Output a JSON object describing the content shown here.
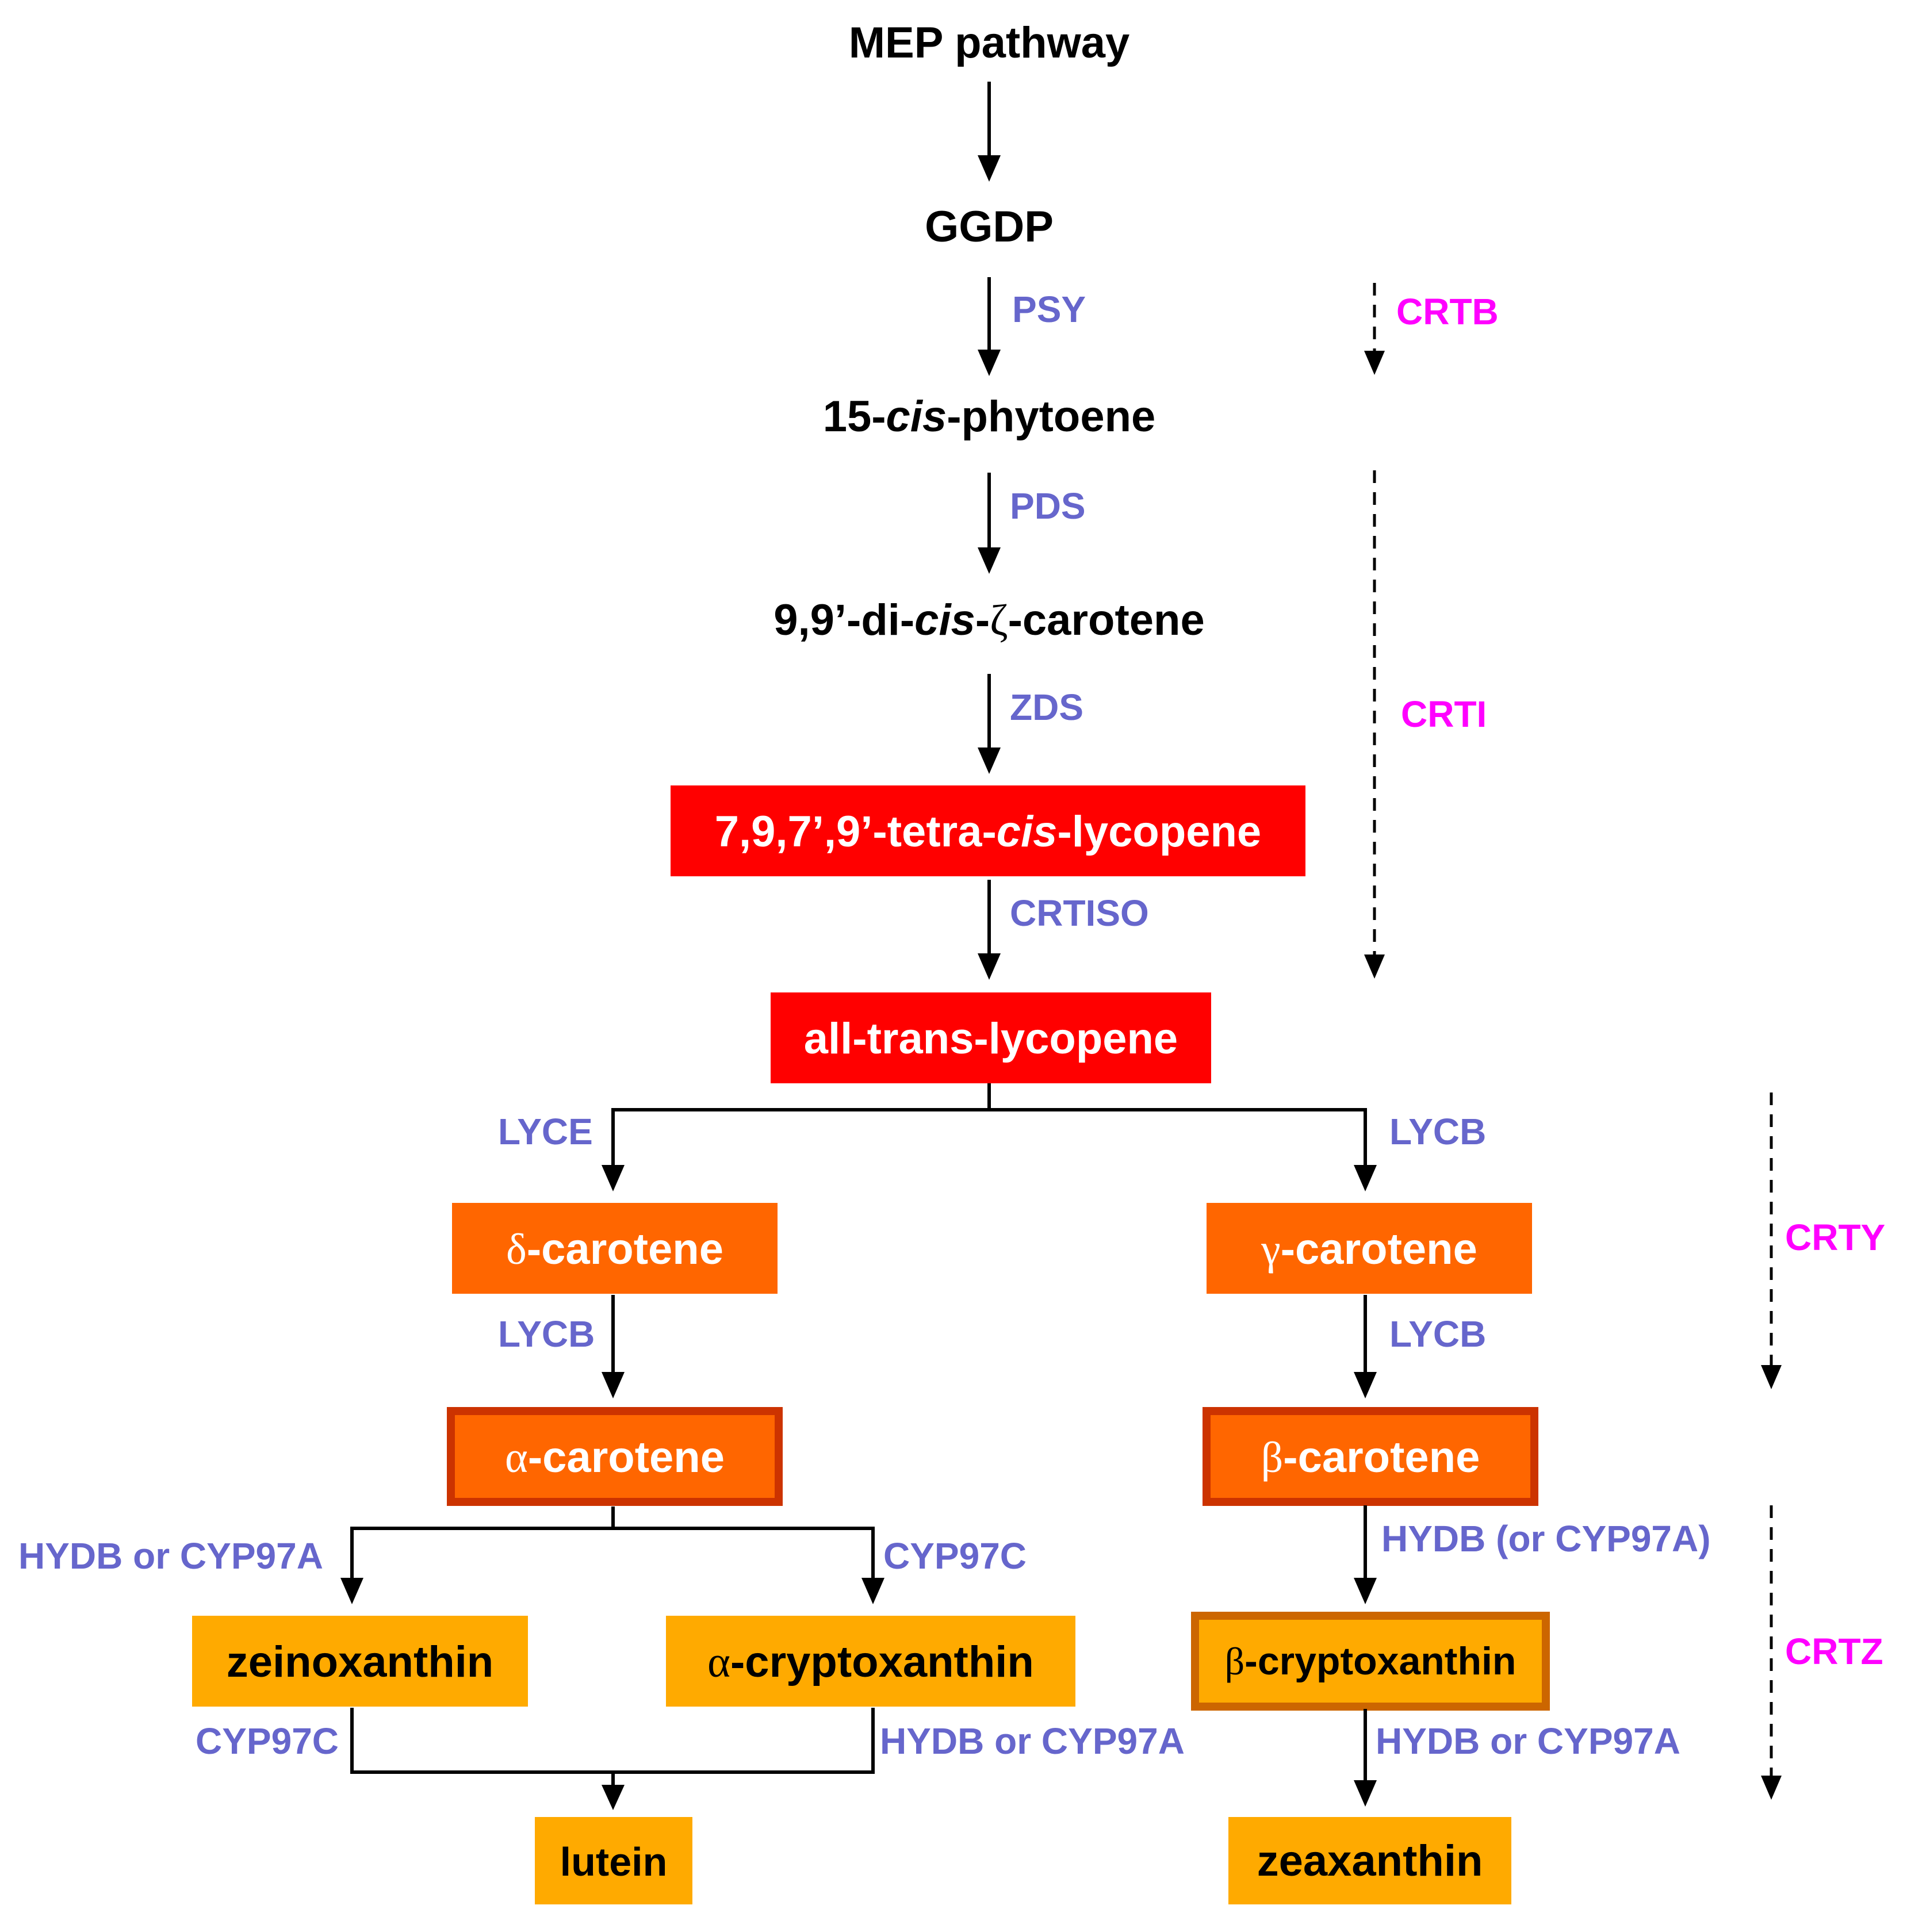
{
  "colors": {
    "line": "#000000",
    "enzyme": "#6666CC",
    "bacterial_enzyme": "#FF00FF",
    "red_box": "#FF0000",
    "orange_box": "#FF6600",
    "orange_box_border": "#CC3300",
    "yellow_box": "#FFAA00",
    "yellow_box_border": "#CC6600",
    "white_text": "#FFFFFF",
    "black_text": "#000000"
  },
  "nodes": {
    "mep": {
      "pre": "MEP pathway",
      "mid": "",
      "post": ""
    },
    "ggdp": {
      "pre": "GGDP",
      "mid": "",
      "post": ""
    },
    "phytoene": {
      "pre": "15-",
      "mid": "cis",
      "post": "-phytoene"
    },
    "zeta": {
      "pre": "9,9’-di-",
      "mid": "cis",
      "post": "-",
      "greek": "ζ",
      "post2": "-carotene"
    },
    "tetra": {
      "pre": "7,9,7’,9’-tetra-",
      "mid": "cis",
      "post": "-lycopene"
    },
    "alltrans": {
      "pre": "all-trans-lycopene",
      "mid": "",
      "post": ""
    },
    "delta": {
      "greek": "δ",
      "post": "-carotene"
    },
    "gamma": {
      "greek": "γ",
      "post": "-carotene"
    },
    "alpha": {
      "greek": "α",
      "post": "-carotene"
    },
    "beta": {
      "greek": "β",
      "post": "-carotene"
    },
    "zeinoxanthin": {
      "pre": "zeinoxanthin"
    },
    "alpha_crypto": {
      "greek": "α",
      "post": "-cryptoxanthin"
    },
    "beta_crypto": {
      "greek": "β",
      "post": "-cryptoxanthin"
    },
    "lutein": {
      "pre": "lutein"
    },
    "zeaxanthin": {
      "pre": "zeaxanthin"
    }
  },
  "enzymes": {
    "psy": "PSY",
    "pds": "PDS",
    "zds": "ZDS",
    "crtiso": "CRTISO",
    "lyce": "LYCE",
    "lycb_right": "LYCB",
    "lycb_left2": "LYCB",
    "lycb_right2": "LYCB",
    "hydb_cyp97a_left": "HYDB or CYP97A",
    "cyp97c_top": "CYP97C",
    "hydb_or_cyp97a_paren": "HYDB (or CYP97A)",
    "cyp97c_bottom": "CYP97C",
    "hydb_cyp97a_mid": "HYDB or CYP97A",
    "hydb_cyp97a_right": "HYDB or CYP97A"
  },
  "bacterial_enzymes": {
    "crtb": "CRTB",
    "crti": "CRTI",
    "crty": "CRTY",
    "crtz": "CRTZ"
  }
}
